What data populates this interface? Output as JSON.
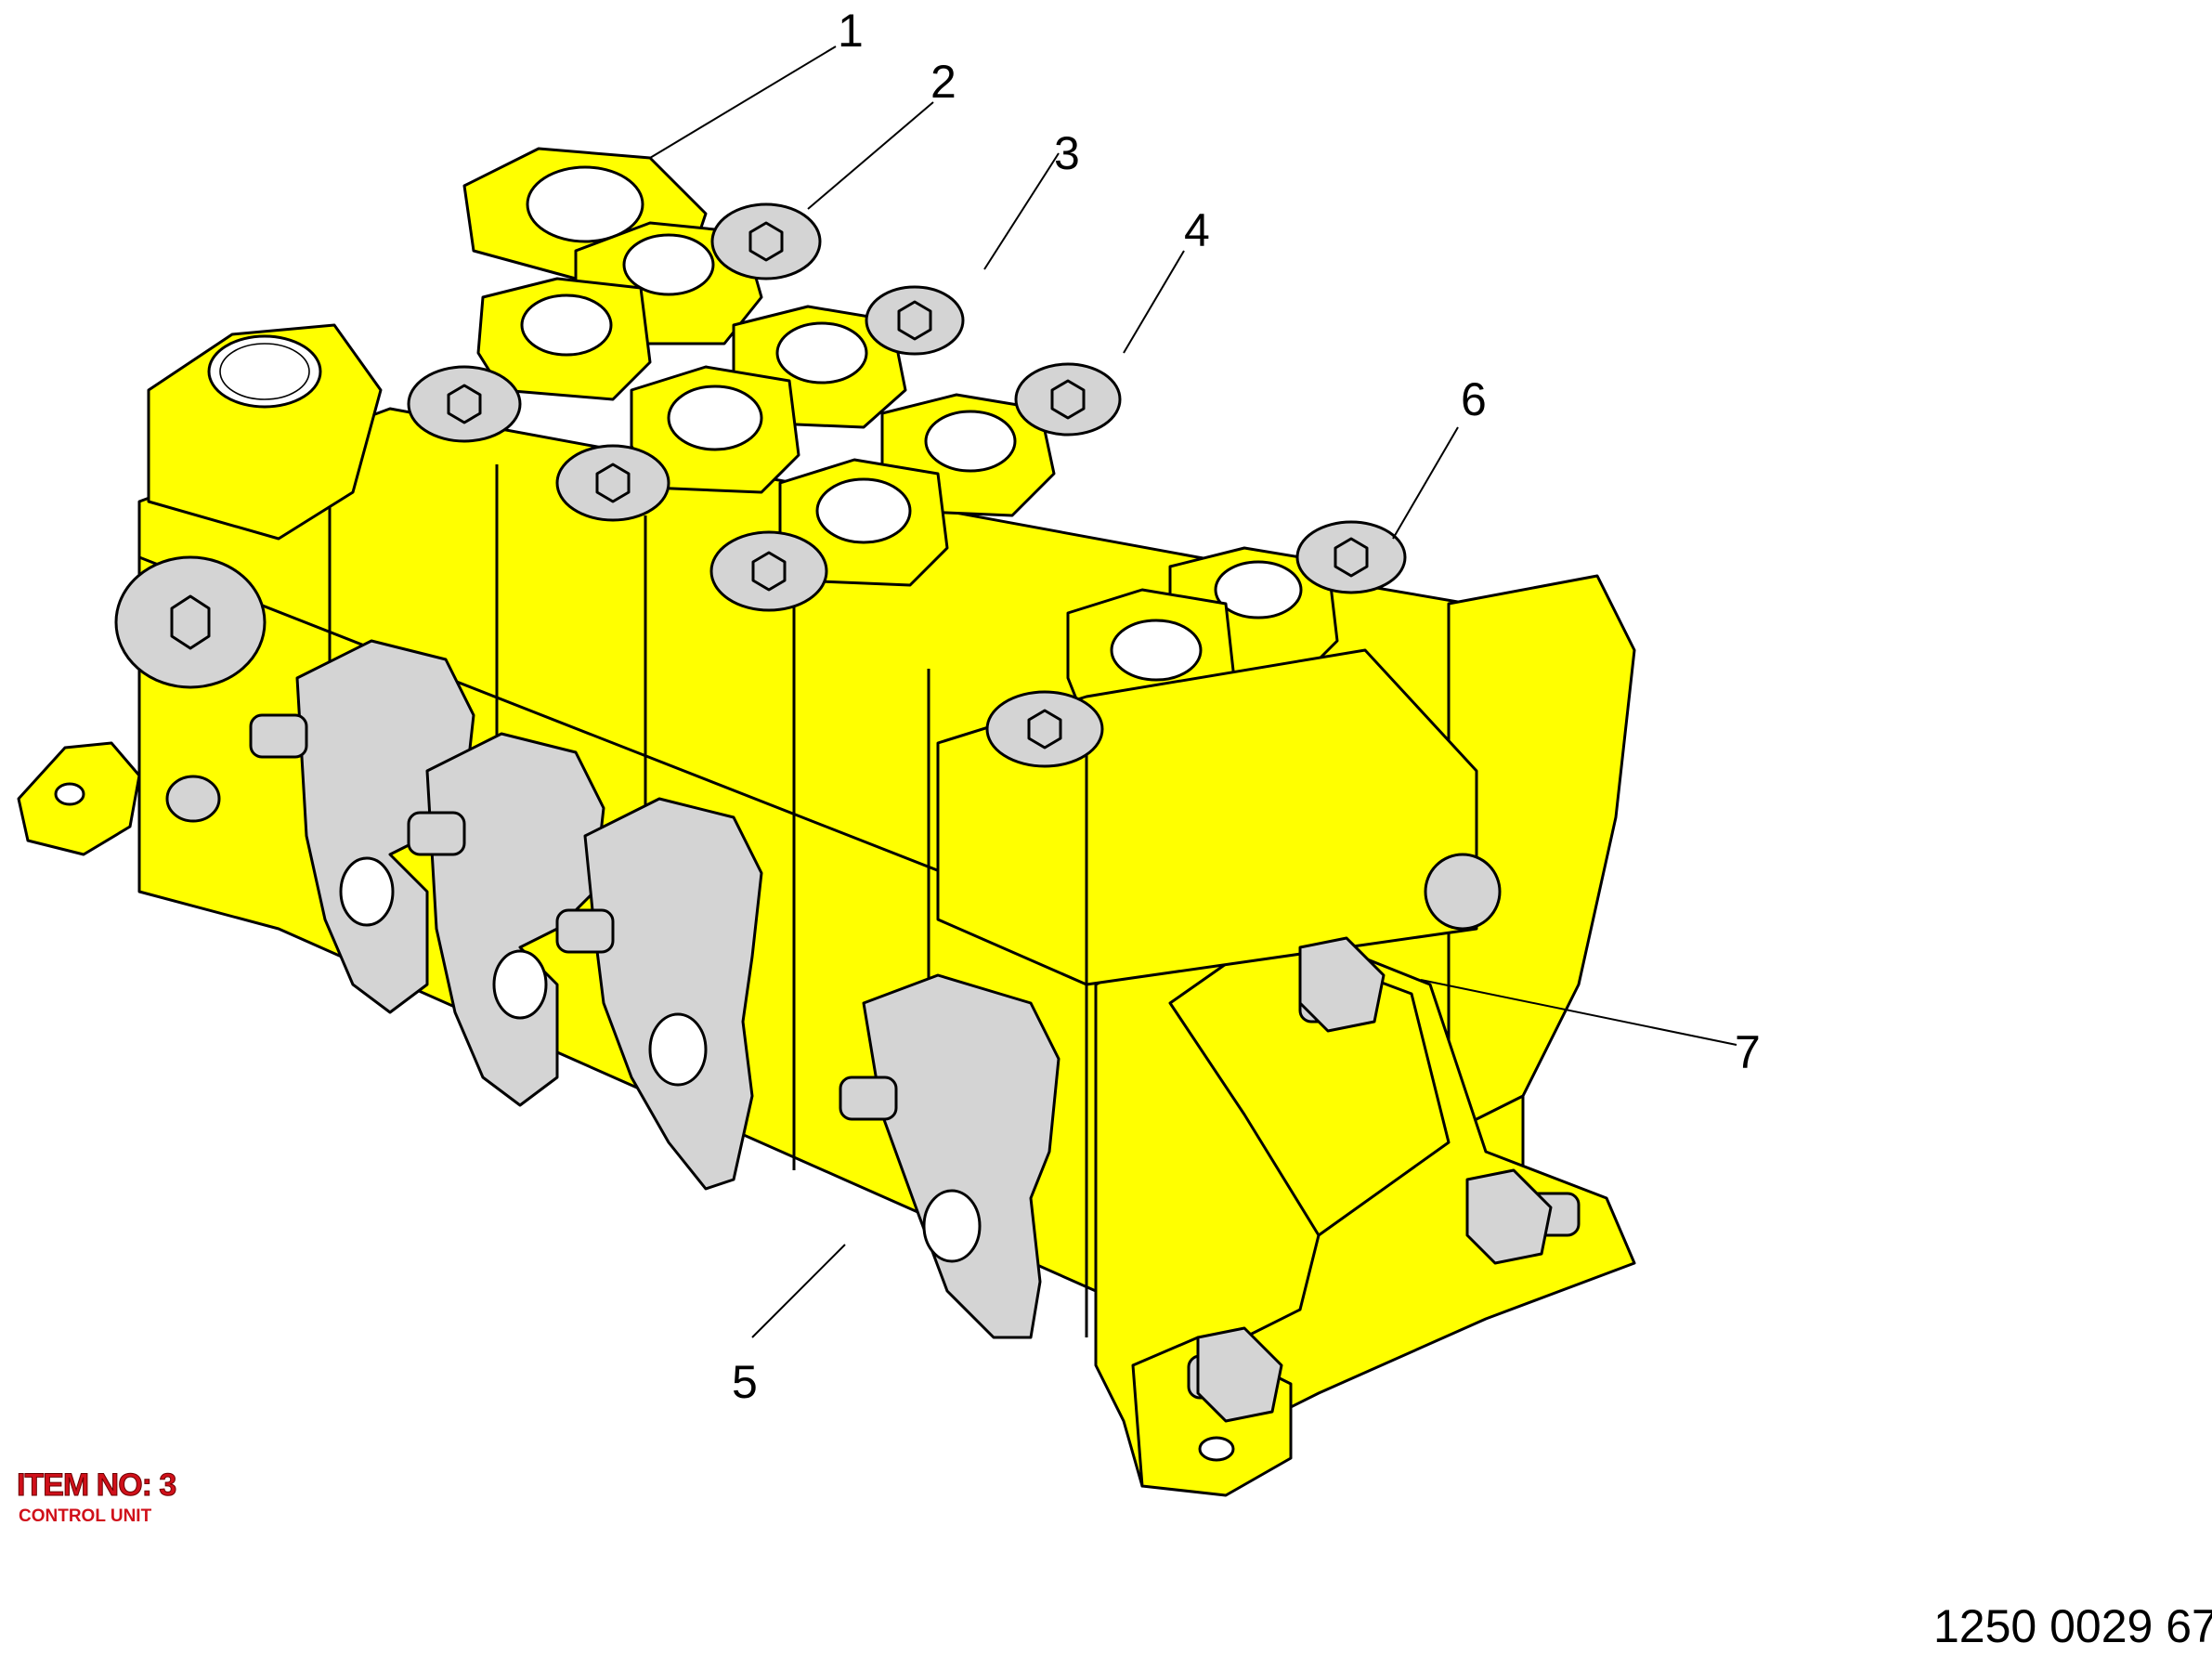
{
  "item": {
    "title": "ITEM NO: 3",
    "subtitle": "CONTROL UNIT"
  },
  "drawing_number": "1250 0029 67",
  "callouts": [
    {
      "id": "1",
      "label": "1"
    },
    {
      "id": "2",
      "label": "2"
    },
    {
      "id": "3",
      "label": "3"
    },
    {
      "id": "4",
      "label": "4"
    },
    {
      "id": "5",
      "label": "5"
    },
    {
      "id": "6",
      "label": "6"
    },
    {
      "id": "7",
      "label": "7"
    }
  ],
  "colors": {
    "body": "#ffff00",
    "fittings": "#d4d4d4",
    "outline": "#000000",
    "title_red": "#d0101a"
  }
}
